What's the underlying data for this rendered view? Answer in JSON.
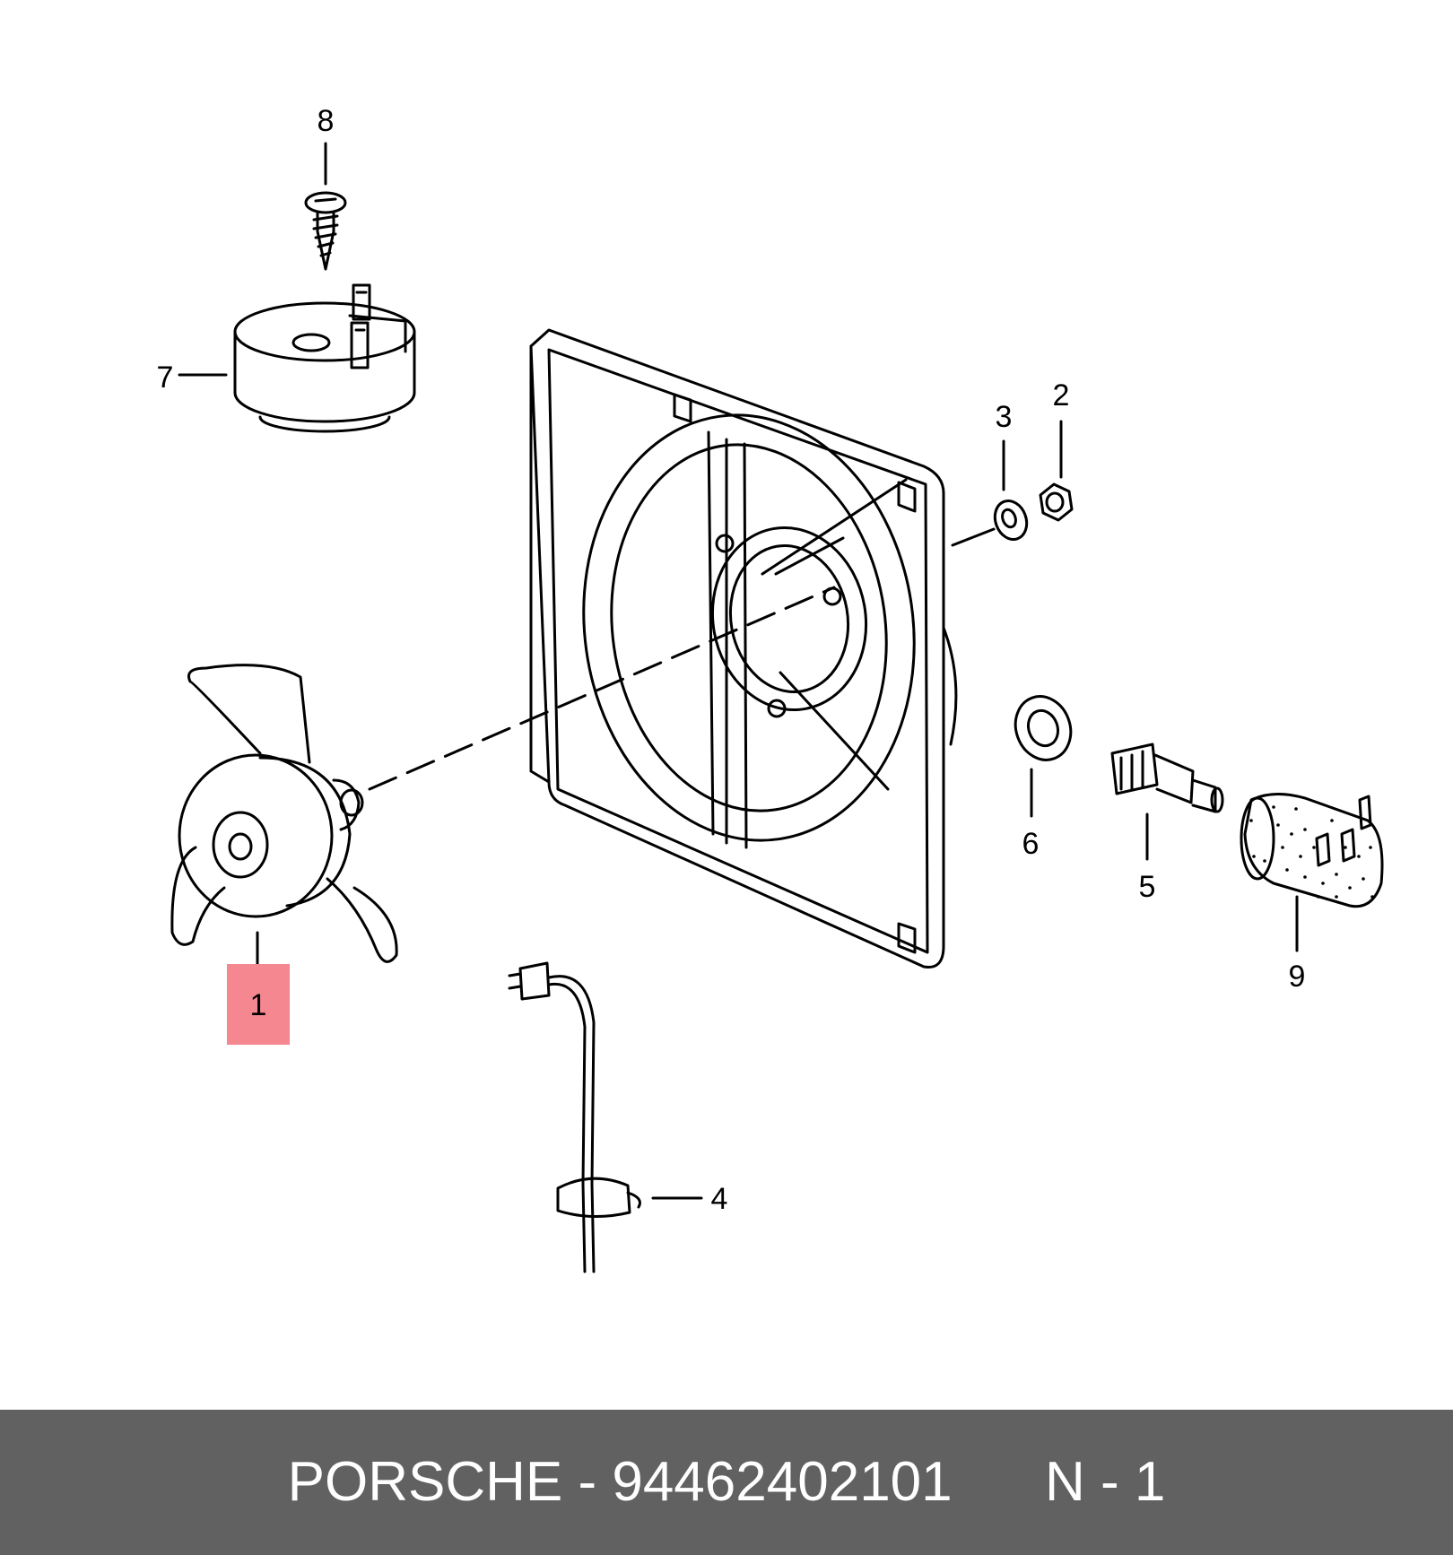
{
  "diagram": {
    "callouts": [
      "1",
      "2",
      "3",
      "4",
      "5",
      "6",
      "7",
      "8",
      "9"
    ],
    "highlighted_callout": "1",
    "highlight_color": "#f4878f",
    "line_color": "#000000"
  },
  "footer": {
    "brand": "PORSCHE",
    "separator": " - ",
    "part_number": "94462402101",
    "position_label": "N - 1",
    "background_color": "#616161",
    "text_color": "#ffffff"
  }
}
